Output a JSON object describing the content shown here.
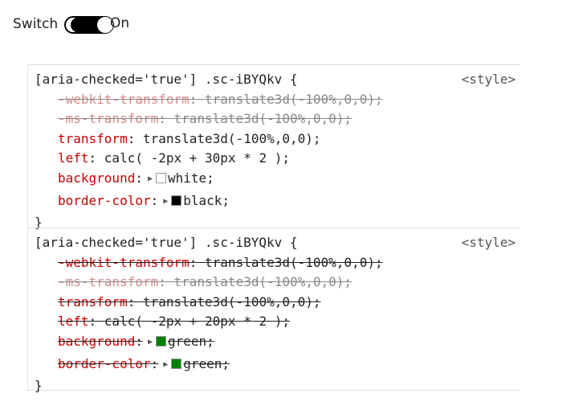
{
  "switch": {
    "label": "Switch",
    "state_text": "On",
    "checked": true
  },
  "rules": [
    {
      "selector": "[aria-checked='true'] .sc-iBYQkv {",
      "source": "<style>",
      "declarations": [
        {
          "prop": "-webkit-transform",
          "value": "translate3d(-100%,0,0);"
        },
        {
          "prop": "-ms-transform",
          "value": "translate3d(-100%,0,0);"
        },
        {
          "prop": "transform",
          "value": "translate3d(-100%,0,0);"
        },
        {
          "prop": "left",
          "value": "calc( -2px + 30px * 2 );"
        },
        {
          "prop": "background",
          "value": "white;",
          "swatch": "#ffffff"
        },
        {
          "prop": "border-color",
          "value": "black;",
          "swatch": "#000000"
        }
      ],
      "close": "}"
    },
    {
      "selector": "[aria-checked='true'] .sc-iBYQkv {",
      "source": "<style>",
      "declarations": [
        {
          "prop": "-webkit-transform",
          "value": "translate3d(-100%,0,0);"
        },
        {
          "prop": "-ms-transform",
          "value": "translate3d(-100%,0,0);"
        },
        {
          "prop": "transform",
          "value": "translate3d(-100%,0,0);"
        },
        {
          "prop": "left",
          "value": "calc( -2px + 20px * 2 );"
        },
        {
          "prop": "background",
          "value": "green;",
          "swatch": "#008000"
        },
        {
          "prop": "border-color",
          "value": "green;",
          "swatch": "#008000"
        }
      ],
      "close": "}"
    }
  ],
  "colors": {
    "property": "#c80000",
    "struck_value": "#222222",
    "disabled": "#888888"
  }
}
